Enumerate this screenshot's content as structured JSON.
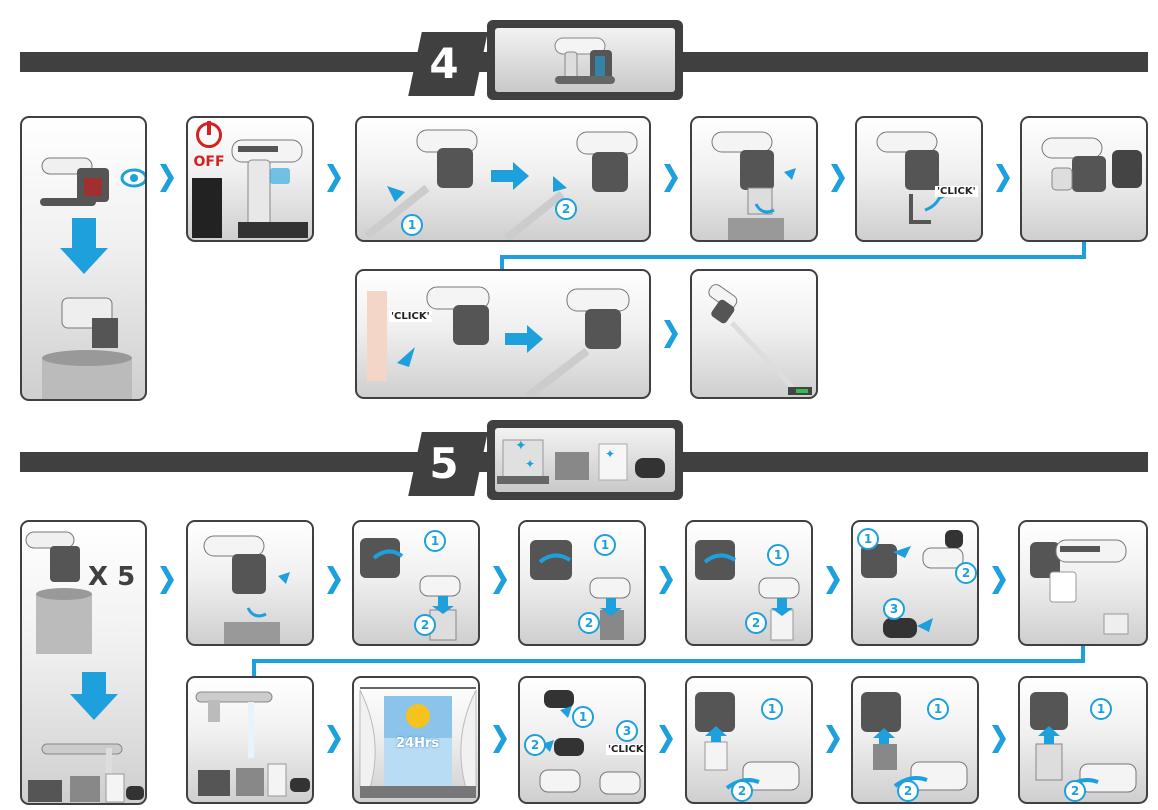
{
  "sections": [
    {
      "number": "4"
    },
    {
      "number": "5"
    }
  ],
  "labels": {
    "off": "OFF",
    "click": "'CLICK'",
    "x5": "X 5",
    "hrs": "24Hrs",
    "n1": "1",
    "n2": "2",
    "n3": "3"
  },
  "colors": {
    "accent": "#1ea0dc",
    "dark": "#404040",
    "warning": "#d42020"
  }
}
